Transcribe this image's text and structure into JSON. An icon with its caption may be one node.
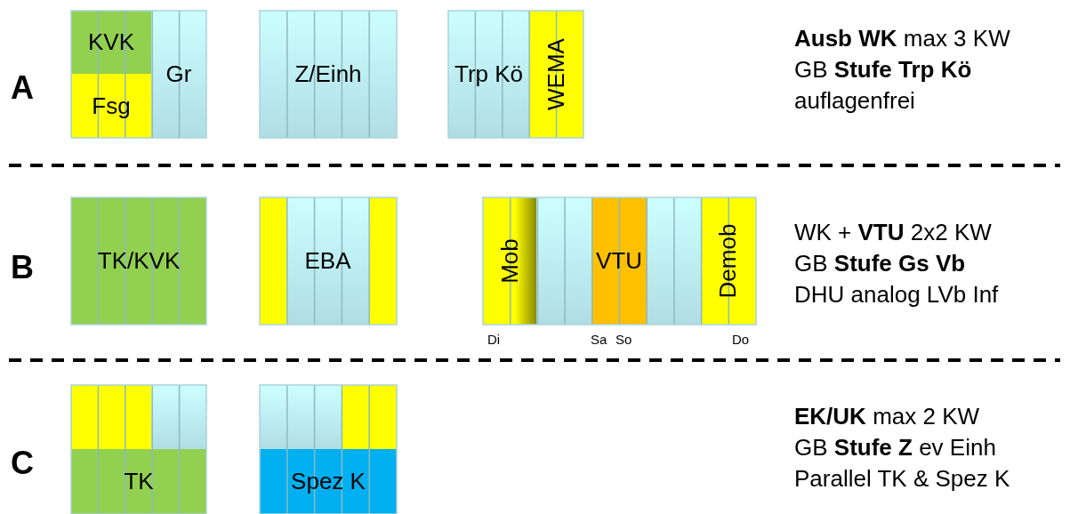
{
  "diagram": {
    "nodes": [
      {
        "text": [
          "KVK"
        ]
      },
      {
        "text": [
          "Fsg"
        ]
      },
      {
        "text": [
          "Gr"
        ]
      },
      {
        "text": [
          "Z/Einh"
        ]
      },
      {
        "text": [
          "Trp Kö"
        ]
      },
      {
        "text": [
          "WEMA"
        ]
      },
      {
        "text": [
          "TK/KVK"
        ]
      },
      {
        "text": [
          "EBA"
        ]
      },
      {
        "text": [
          "Mob"
        ]
      },
      {
        "text": [
          "VTU"
        ]
      },
      {
        "text": [
          "Demob"
        ]
      },
      {
        "text": [
          "TK"
        ]
      },
      {
        "text": [
          "Spez K"
        ]
      }
    ],
    "labels": [
      "A",
      "**Ausb WK** max 3 KW",
      "GB **Stufe Trp Kö**",
      "auflagenfrei",
      "B",
      "WK + **VTU** 2x2 KW",
      "GB **Stufe Gs Vb**",
      "DHU analog LVb Inf",
      "Di",
      "Sa",
      "So",
      "Do",
      "C",
      "**EK/UK** max 2 KW",
      "GB **Stufe Z** ev Einh",
      "Parallel TK & Spez K"
    ]
  }
}
